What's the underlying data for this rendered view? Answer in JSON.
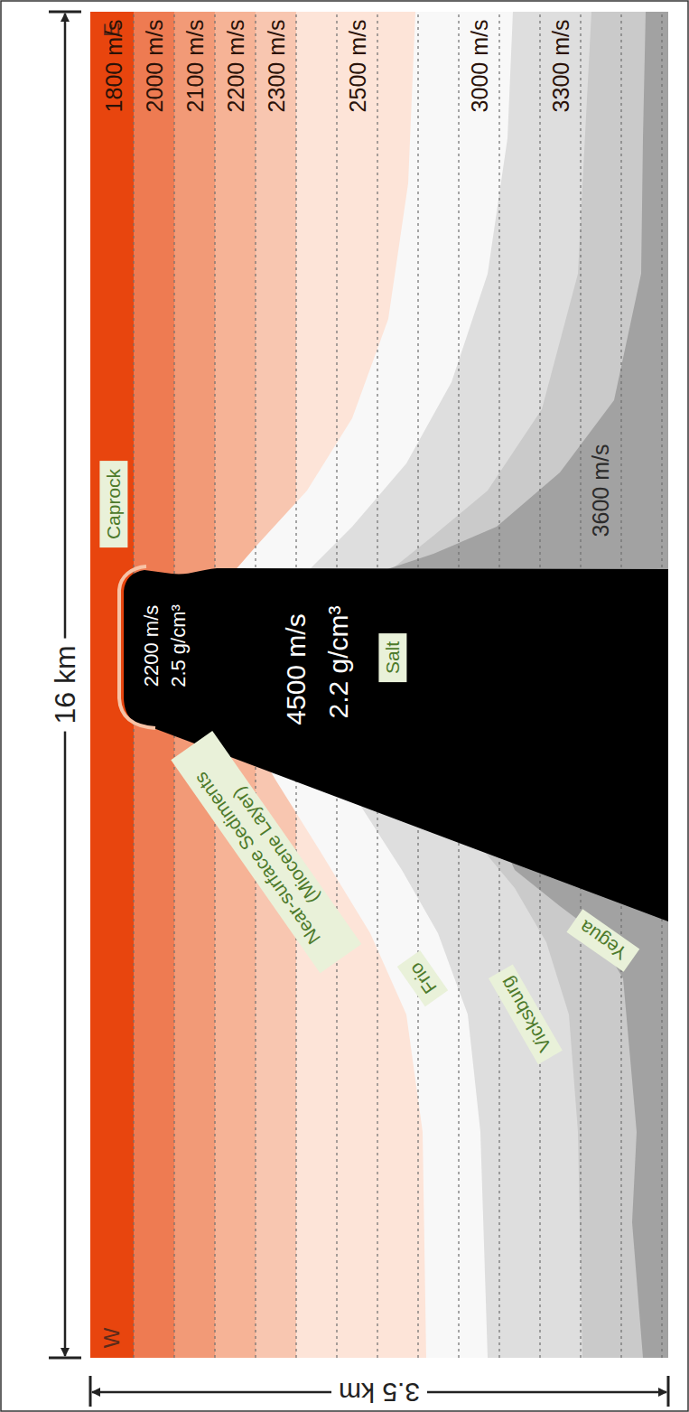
{
  "diagram": {
    "nodes": [
      {
        "text": [
          "Caprock"
        ]
      },
      {
        "text": [
          "Near-surface Sediments (Miocene Layer)"
        ]
      },
      {
        "text": [
          "Frio"
        ]
      },
      {
        "text": [
          "Salt"
        ]
      },
      {
        "text": [
          "Vicksburg"
        ]
      },
      {
        "text": [
          "Yegua"
        ]
      }
    ],
    "labels": [
      "16 km",
      "3.5 km",
      "W",
      "E",
      "1800 m/s",
      "2000 m/s",
      "2100 m/s",
      "2200 m/s",
      "2300 m/s",
      "2500 m/s",
      "3000 m/s",
      "3300 m/s",
      "2200 m/s",
      "2.5 g/cm³",
      "4500 m/s",
      "2.2 g/cm³",
      "3600 m/s"
    ]
  }
}
